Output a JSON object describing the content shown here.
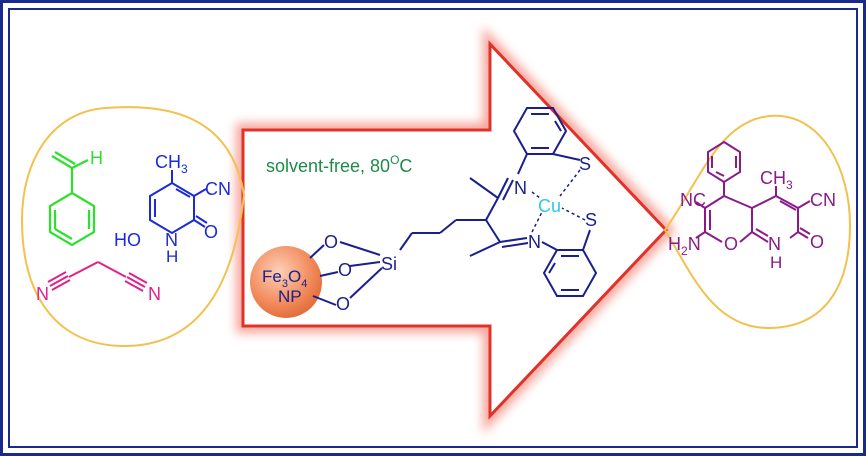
{
  "colors": {
    "frame_outer": "#1a2a8c",
    "frame_inner": "#1a2a8c",
    "oval": "#f2c14e",
    "arrow_stroke": "#e0312a",
    "arrow_glow": "#f7a49a",
    "benzaldehyde": "#2ee02e",
    "malononitrile": "#e0218a",
    "pyridone": "#1b2bd6",
    "catalyst": "#1a1f8c",
    "copper": "#2ec8e8",
    "condition": "#1e8a4a",
    "product": "#8a1a8a",
    "nanoparticle": "#f28a5a"
  },
  "reactant_aldehyde": {
    "h": "H"
  },
  "reactant_pyridone": {
    "me": "CH",
    "me_sub": "3",
    "cn": "CN",
    "ho": "HO",
    "n": "N",
    "nh_h": "H",
    "o": "O"
  },
  "reactant_malononitrile": {
    "n_left": "N",
    "n_right": "N"
  },
  "condition": {
    "text": "solvent-free, 80",
    "sup": "O",
    "unit": "C"
  },
  "catalyst": {
    "fe": "Fe",
    "sub3": "3",
    "o": "O",
    "sub4": "4",
    "np": "NP",
    "o1": "O",
    "o2": "O",
    "o3": "O",
    "si": "Si",
    "n1": "N",
    "n2": "N",
    "cu": "Cu",
    "s1": "S",
    "s2": "S"
  },
  "product": {
    "nc": "NC",
    "me": "CH",
    "me_sub": "3",
    "cn": "CN",
    "h2n_h": "H",
    "h2n_sub": "2",
    "h2n_n": "N",
    "o_ring": "O",
    "n": "N",
    "nh_h": "H",
    "o": "O"
  }
}
